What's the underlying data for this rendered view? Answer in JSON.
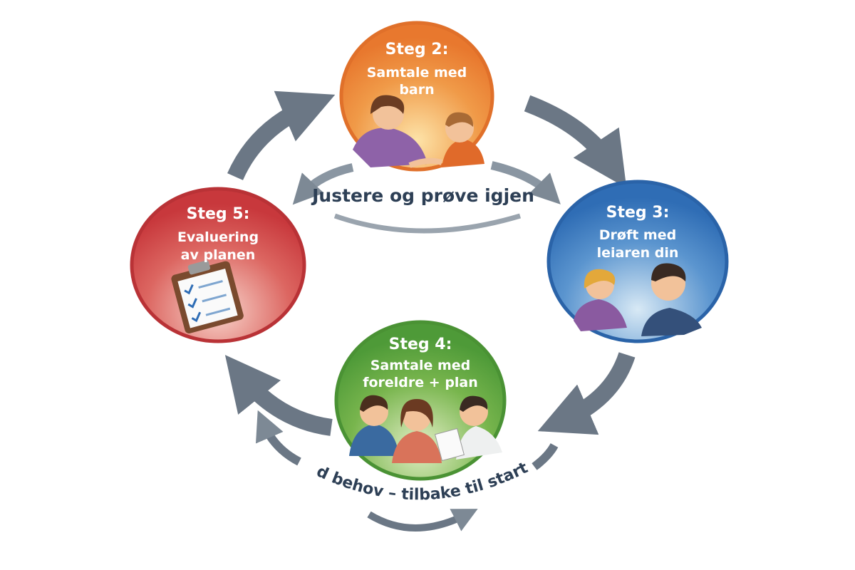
{
  "steps": [
    {
      "id": "step2",
      "title": "Steg 2:",
      "line1": "Samtale med",
      "line2": "barn",
      "color": "#e8782e"
    },
    {
      "id": "step3",
      "title": "Steg 3:",
      "line1": "Drøft med",
      "line2": "leiaren din",
      "color": "#2f6db5"
    },
    {
      "id": "step4",
      "title": "Steg 4:",
      "line1": "Samtale med",
      "line2": "foreldre + plan",
      "color": "#4e9a38"
    },
    {
      "id": "step5",
      "title": "Steg 5:",
      "line1": "Evaluering",
      "line2": "av planen",
      "color": "#c8383c"
    }
  ],
  "loops": {
    "adjust": "Justere og prøve igjen",
    "restart": "Ved behov – tilbake til starten"
  },
  "colors": {
    "arrow": "#6b7785",
    "text": "#2d3f55"
  }
}
